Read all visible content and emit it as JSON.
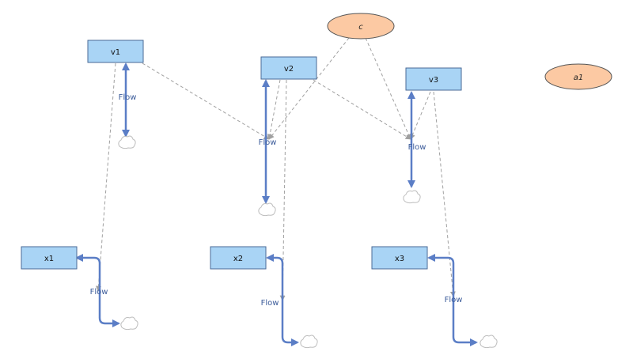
{
  "colors": {
    "stock_fill": "#a9d4f5",
    "stock_stroke": "#4a6a96",
    "aux_fill": "#fcc9a3",
    "aux_stroke": "#555555",
    "flow": "#5b7ec6",
    "link": "#a0a0a0",
    "cloud_stroke": "#bdbdbd"
  },
  "stocks": [
    {
      "id": "v1",
      "label": "v1"
    },
    {
      "id": "v2",
      "label": "v2"
    },
    {
      "id": "v3",
      "label": "v3"
    },
    {
      "id": "x1",
      "label": "x1"
    },
    {
      "id": "x2",
      "label": "x2"
    },
    {
      "id": "x3",
      "label": "x3"
    }
  ],
  "auxiliaries": [
    {
      "id": "c",
      "label": "c"
    },
    {
      "id": "a1",
      "label": "a1"
    }
  ],
  "flows": [
    {
      "id": "flow-v1",
      "label": "Flow"
    },
    {
      "id": "flow-v2",
      "label": "Flow"
    },
    {
      "id": "flow-v3",
      "label": "Flow"
    },
    {
      "id": "flow-x1",
      "label": "Flow"
    },
    {
      "id": "flow-x2",
      "label": "Flow"
    },
    {
      "id": "flow-x3",
      "label": "Flow"
    }
  ]
}
